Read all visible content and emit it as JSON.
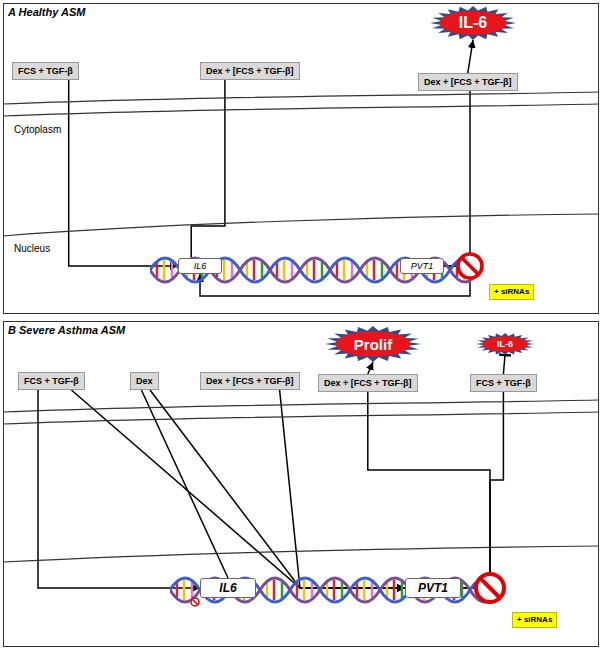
{
  "diagram": {
    "nodes": [
      {
        "text": [
          "A Healthy ASM"
        ]
      },
      {
        "text": [
          "FCS + TGF-β"
        ],
        "in": 0
      },
      {
        "text": [
          "Dex + [FCS + TGF-β]"
        ],
        "in": 0
      },
      {
        "text": [
          "IL-6"
        ],
        "in": 0
      },
      {
        "text": [
          "Dex + [FCS + TGF-β]"
        ],
        "in": 0
      },
      {
        "text": [
          "IL6"
        ],
        "in": 0
      },
      {
        "text": [
          "PVT1"
        ],
        "in": 0
      },
      {
        "text": [
          "+ siRNAs"
        ],
        "in": 0
      },
      {
        "text": [
          "B Severe Asthma ASM"
        ]
      },
      {
        "text": [
          "FCS + TGF-β"
        ],
        "in": 8
      },
      {
        "text": [
          "Dex"
        ],
        "in": 8
      },
      {
        "text": [
          "Dex + [FCS + TGF-β]"
        ],
        "in": 8
      },
      {
        "text": [
          "Prolif"
        ],
        "in": 8
      },
      {
        "text": [
          "Dex + [FCS + TGF-β]"
        ],
        "in": 8
      },
      {
        "text": [
          "IL-6"
        ],
        "in": 8
      },
      {
        "text": [
          "FCS + TGF-β"
        ],
        "in": 8
      },
      {
        "text": [
          "IL6"
        ],
        "in": 8
      },
      {
        "text": [
          "PVT1"
        ],
        "in": 8
      },
      {
        "text": [
          "+ siRNAs"
        ],
        "in": 8
      }
    ],
    "edges": [
      {
        "from": 1,
        "to": 5,
        "arrow": "to"
      },
      {
        "from": 2,
        "to": 5,
        "arrow": "none"
      },
      {
        "from": 6,
        "to": 5,
        "arrow": "to"
      },
      {
        "from": 6,
        "to": 4,
        "arrow": "none"
      },
      {
        "from": 4,
        "to": 3,
        "arrow": "to"
      },
      {
        "from": 9,
        "to": 16,
        "arrow": "to"
      },
      {
        "from": 9,
        "to": 17,
        "arrow": "to"
      },
      {
        "from": 10,
        "to": 16,
        "arrow": "none"
      },
      {
        "from": 10,
        "to": 17,
        "arrow": "to"
      },
      {
        "from": 11,
        "to": 17,
        "arrow": "to"
      },
      {
        "from": 17,
        "to": 13,
        "arrow": "none"
      },
      {
        "from": 13,
        "to": 12,
        "arrow": "to"
      },
      {
        "from": 17,
        "to": 15,
        "arrow": "none"
      },
      {
        "from": 15,
        "to": 14,
        "arrow": "to"
      }
    ],
    "labels": [
      "Cytoplasm",
      "Nucleus"
    ]
  }
}
